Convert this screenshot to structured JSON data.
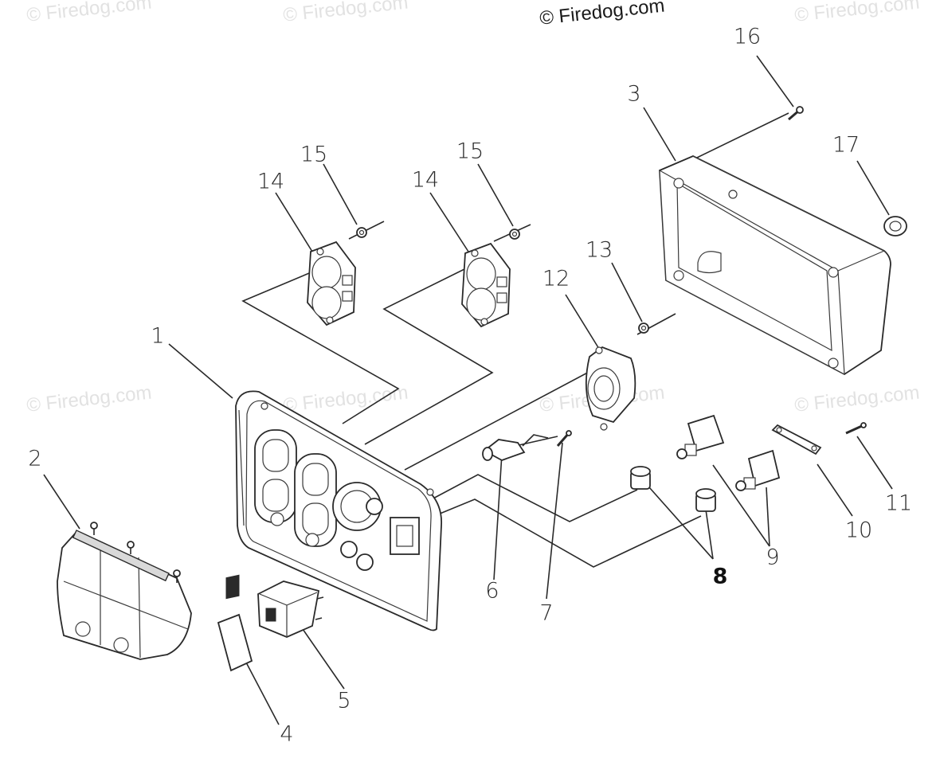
{
  "watermarks": {
    "text": "© Firedog.com"
  },
  "callouts": {
    "c1": "1",
    "c2": "2",
    "c3": "3",
    "c4": "4",
    "c5": "5",
    "c6": "6",
    "c7": "7",
    "c8": "8",
    "c9": "9",
    "c10": "10",
    "c11": "11",
    "c12": "12",
    "c13": "13",
    "c14a": "14",
    "c14b": "14",
    "c15a": "15",
    "c15b": "15",
    "c16": "16",
    "c17": "17"
  }
}
